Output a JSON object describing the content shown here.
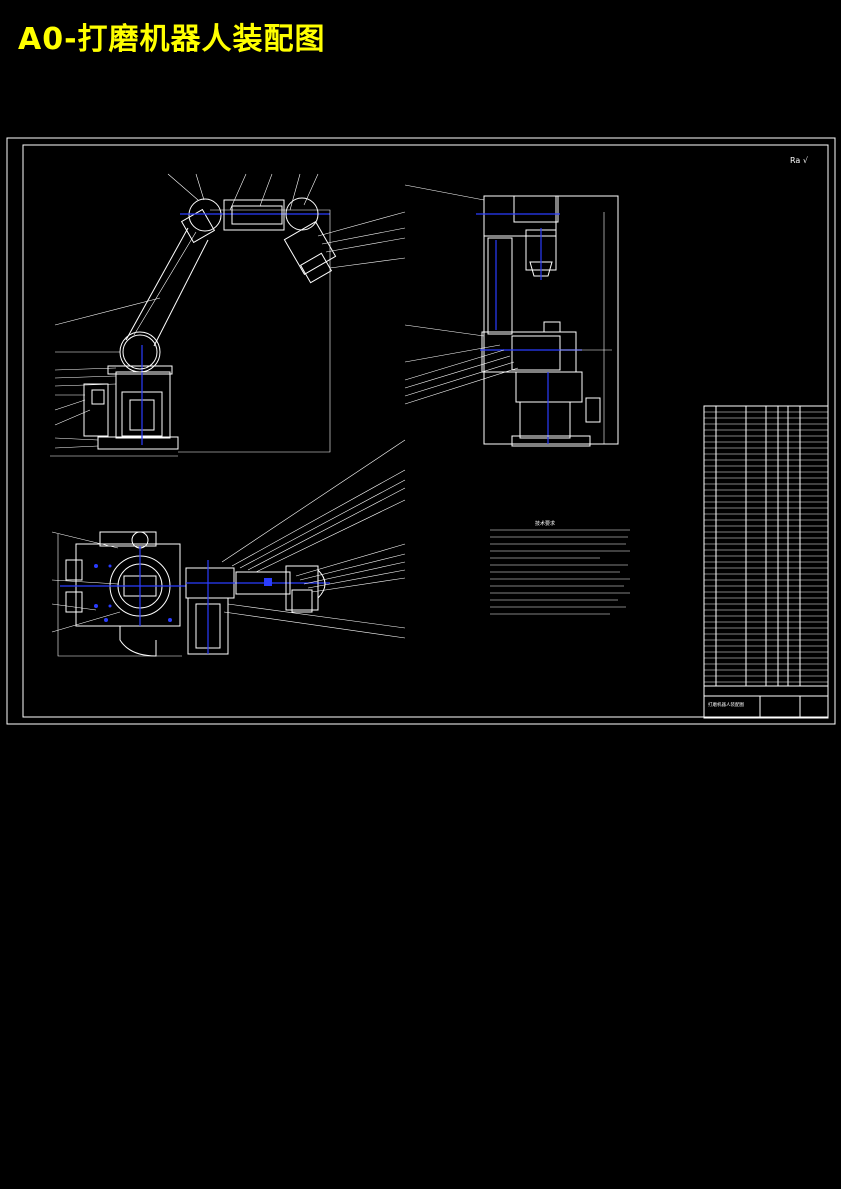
{
  "drawing": {
    "title": "A0-打磨机器人装配图",
    "surface_finish_mark": "Ra √",
    "notes_heading": "技术要求",
    "title_block_name": "打磨机器人装配图",
    "views": [
      "front-view",
      "side-view",
      "top-view"
    ]
  },
  "colors": {
    "background": "#000000",
    "title": "#ffff00",
    "lines": "#ffffff",
    "centerlines": "#2a3cff"
  }
}
